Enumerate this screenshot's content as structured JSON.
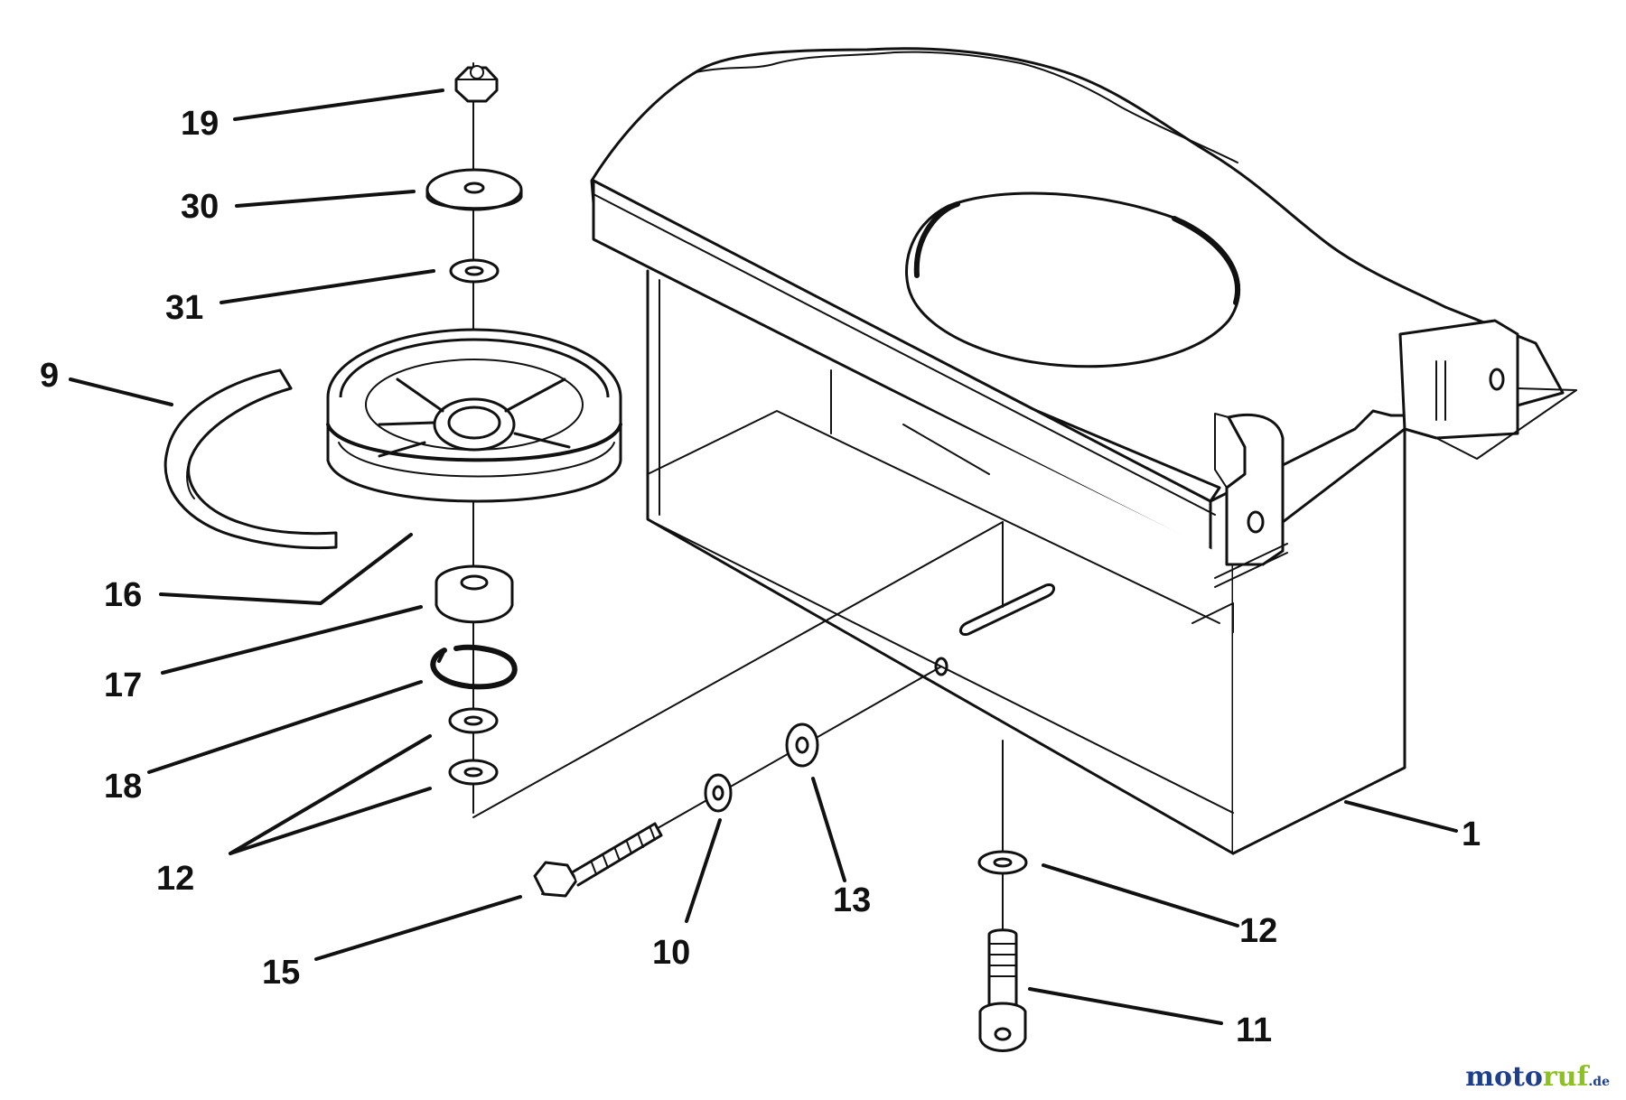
{
  "diagram": {
    "callouts": [
      {
        "id": "19",
        "text": "19"
      },
      {
        "id": "30",
        "text": "30"
      },
      {
        "id": "31",
        "text": "31"
      },
      {
        "id": "9",
        "text": "9"
      },
      {
        "id": "16",
        "text": "16"
      },
      {
        "id": "17",
        "text": "17"
      },
      {
        "id": "18",
        "text": "18"
      },
      {
        "id": "12a",
        "text": "12"
      },
      {
        "id": "15",
        "text": "15"
      },
      {
        "id": "10",
        "text": "10"
      },
      {
        "id": "13",
        "text": "13"
      },
      {
        "id": "12b",
        "text": "12"
      },
      {
        "id": "11",
        "text": "11"
      },
      {
        "id": "1",
        "text": "1"
      }
    ]
  },
  "watermark": {
    "part_a": "moto",
    "part_b": "ruf",
    "part_c": ".de"
  },
  "colors": {
    "line": "#111111",
    "background": "#ffffff",
    "brand_blue": "#1e3f8c",
    "brand_green": "#8cc21c"
  }
}
